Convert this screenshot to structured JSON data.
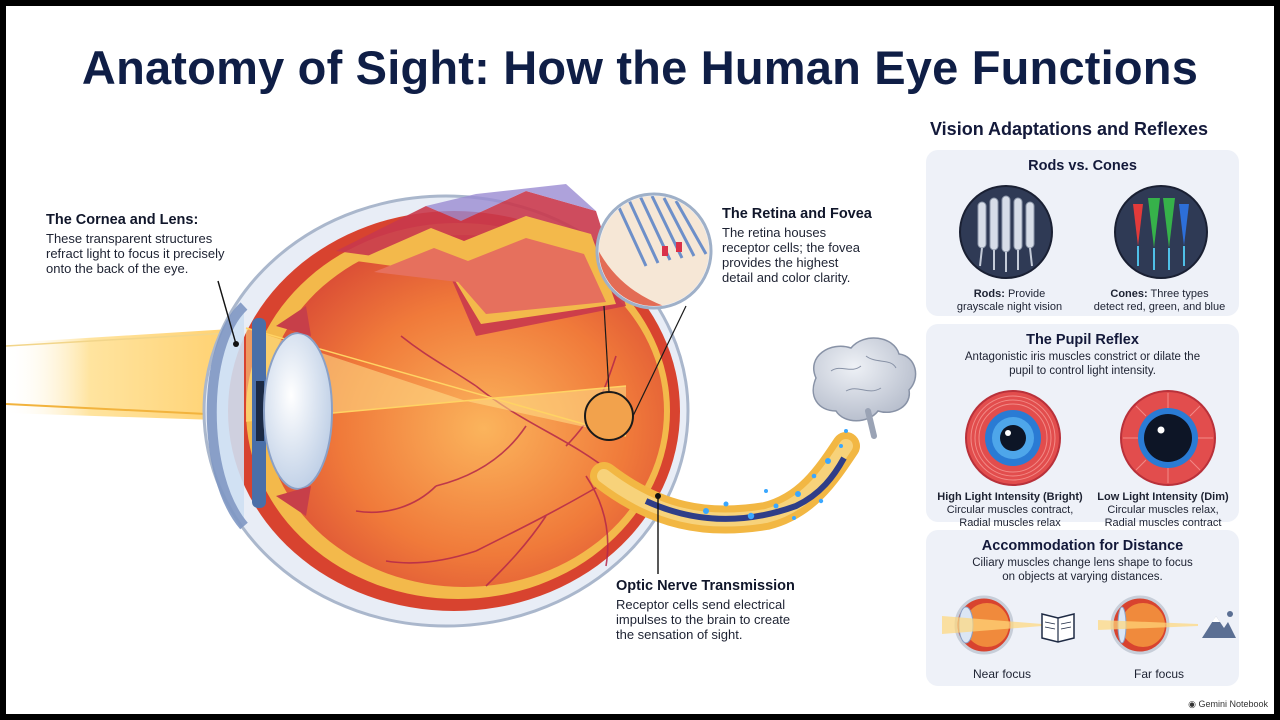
{
  "title": "Anatomy of Sight: How the Human Eye Functions",
  "callouts": {
    "cornea": {
      "title": "The Cornea and Lens:",
      "text": "These transparent structures\nrefract light to focus it precisely\nonto the back of the eye."
    },
    "retina": {
      "title": "The Retina and Fovea",
      "text": "The retina houses\nreceptor cells; the fovea\nprovides the highest\ndetail and color clarity."
    },
    "optic": {
      "title": "Optic Nerve Transmission",
      "text": "Receptor cells send electrical\nimpulses to the brain to create\nthe sensation of sight."
    }
  },
  "panel": {
    "heading": "Vision Adaptations and Reflexes",
    "rods_cones": {
      "title": "Rods vs. Cones",
      "rods_label": "Rods:",
      "rods_text": " Provide\ngrayscale night vision",
      "cones_label": "Cones:",
      "cones_text": " Three types\ndetect red, green, and blue"
    },
    "pupil": {
      "title": "The Pupil Reflex",
      "text": "Antagonistic iris muscles constrict or dilate the\npupil to control light intensity.",
      "bright_label": "High Light Intensity (Bright)",
      "bright_text": "Circular muscles contract,\nRadial muscles relax",
      "dim_label": "Low Light Intensity (Dim)",
      "dim_text": "Circular muscles relax,\nRadial muscles contract"
    },
    "accommodation": {
      "title": "Accommodation for Distance",
      "text": "Ciliary muscles change lens shape to focus\non objects at varying distances.",
      "near_label": "Near focus",
      "far_label": "Far focus"
    }
  },
  "watermark": "Gemini Notebook",
  "colors": {
    "title": "#0f1e46",
    "sclera": "#eaeef7",
    "choroid": "#d9472f",
    "retina_layer": "#f3b84a",
    "vitreous": "#f08a3c",
    "light_beam": "#ffd77a",
    "panel_bg": "#eef1f8",
    "nerve_spark": "#3aa7ff"
  }
}
